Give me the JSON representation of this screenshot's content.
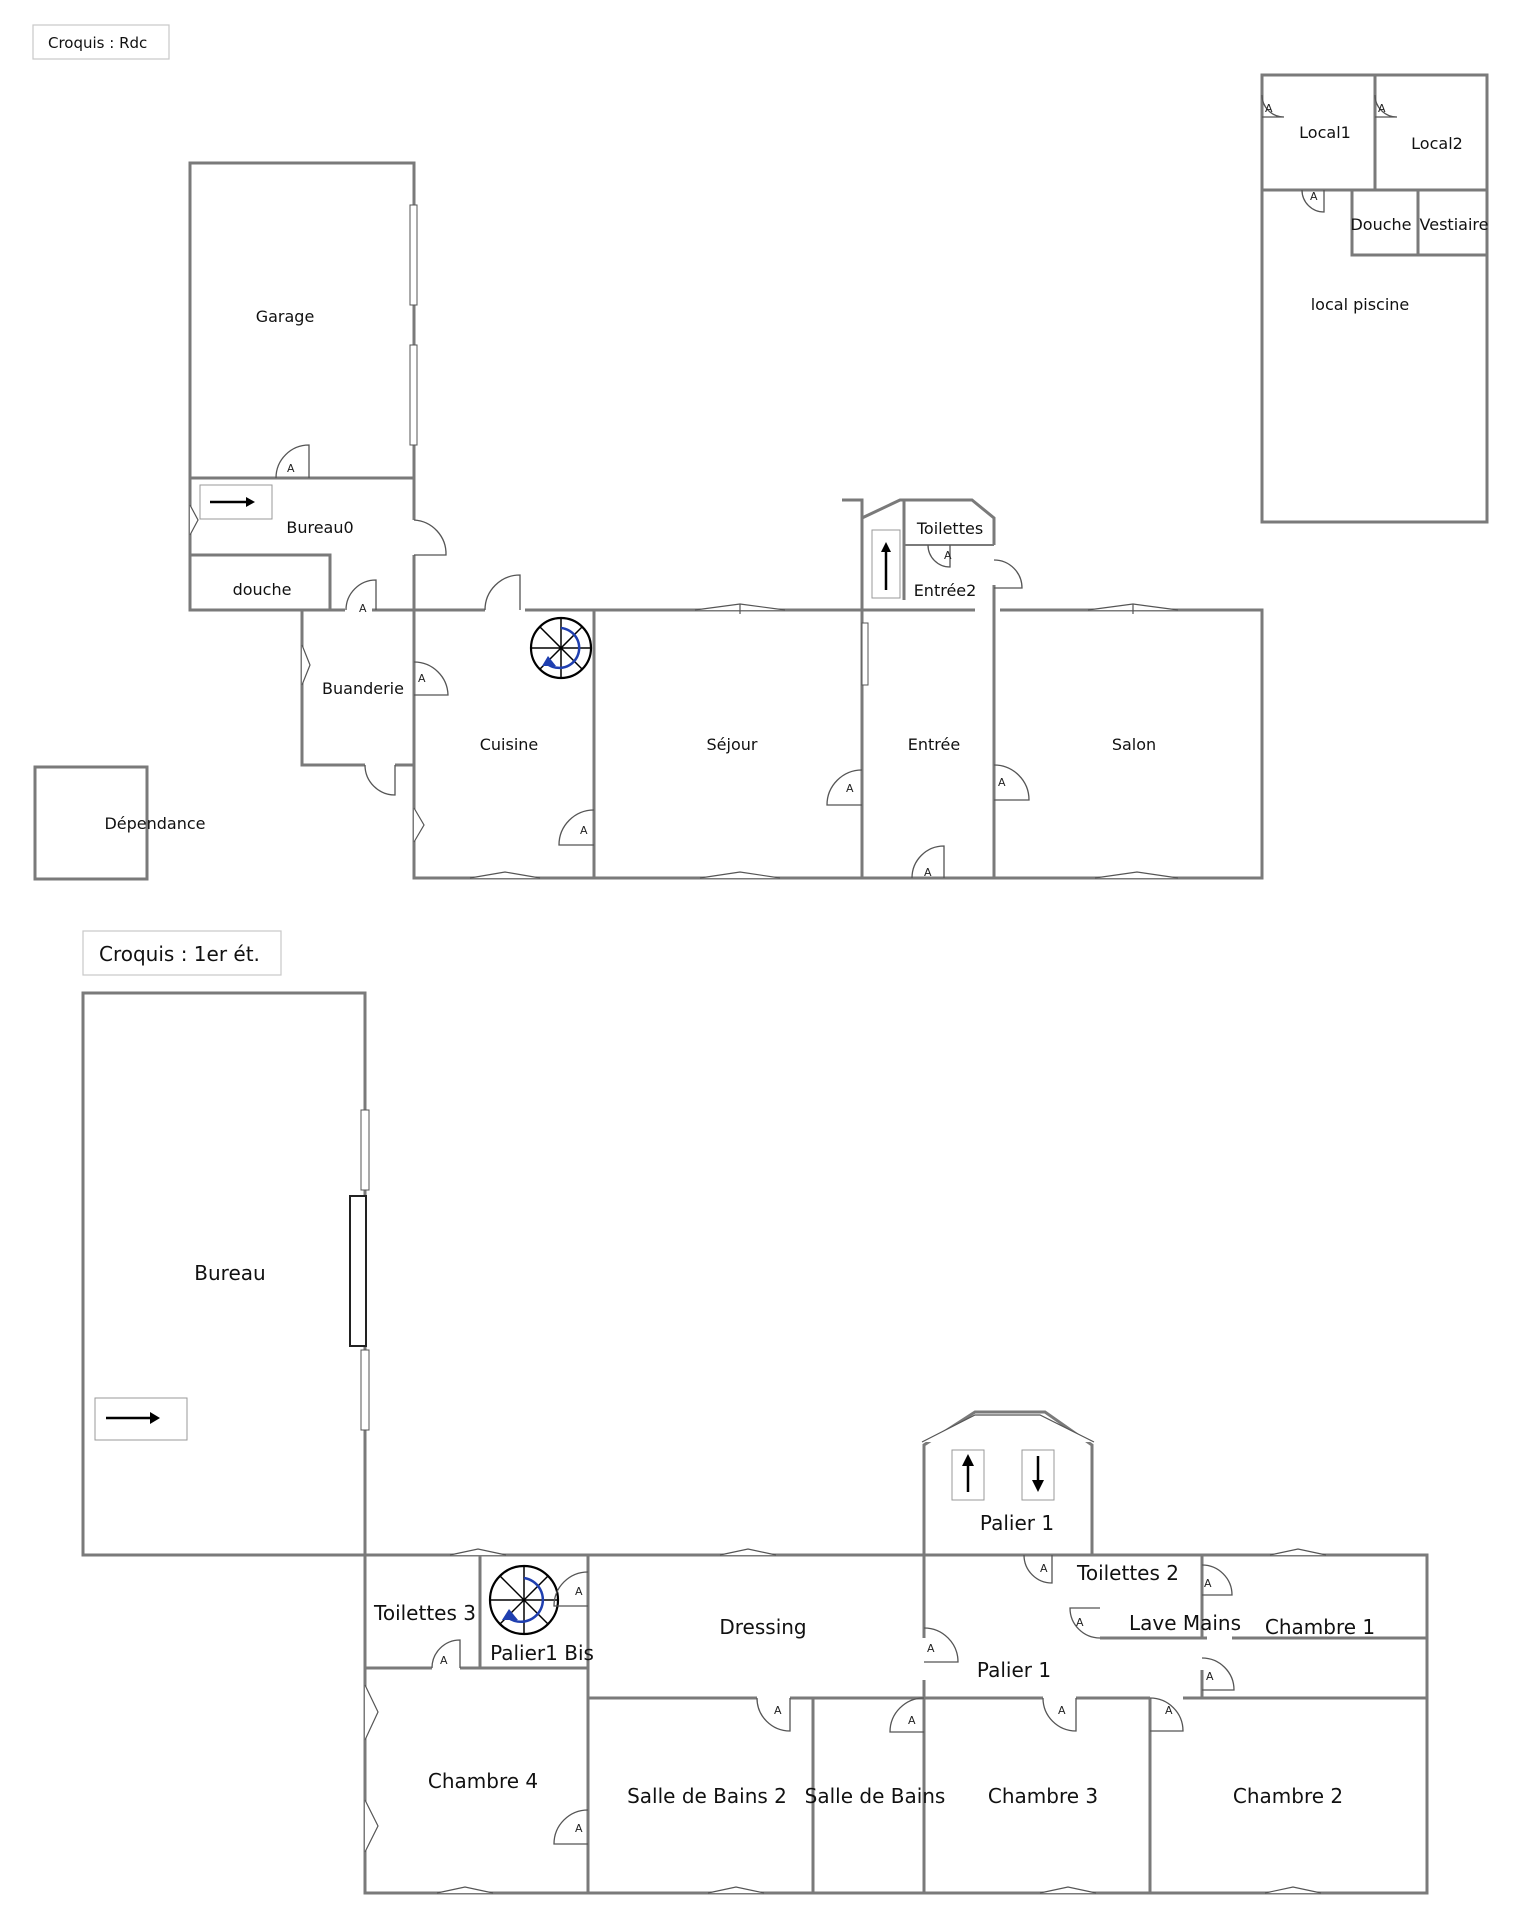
{
  "rdc": {
    "title": "Croquis : Rdc",
    "rooms": {
      "garage": "Garage",
      "bureau0": "Bureau0",
      "douche": "douche",
      "buanderie": "Buanderie",
      "cuisine": "Cuisine",
      "sejour": "Séjour",
      "toilettes": "Toilettes",
      "entree2": "Entrée2",
      "entree": "Entrée",
      "salon": "Salon",
      "dependance": "Dépendance",
      "local1": "Local1",
      "local2": "Local2",
      "douche2": "Douche",
      "vestiaire": "Vestiaire",
      "local_piscine": "local piscine"
    }
  },
  "etage": {
    "title": "Croquis : 1er ét.",
    "rooms": {
      "bureau": "Bureau",
      "palier1_top": "Palier 1",
      "toilettes3": "Toilettes 3",
      "palier1bis": "Palier1 Bis",
      "dressing": "Dressing",
      "toilettes2": "Toilettes 2",
      "lave_mains": "Lave Mains",
      "chambre1": "Chambre 1",
      "palier1": "Palier 1",
      "chambre4": "Chambre 4",
      "sdb2": "Salle de Bains 2",
      "sdb": "Salle de Bains",
      "chambre3": "Chambre 3",
      "chambre2": "Chambre 2"
    }
  },
  "door_marker": "A"
}
